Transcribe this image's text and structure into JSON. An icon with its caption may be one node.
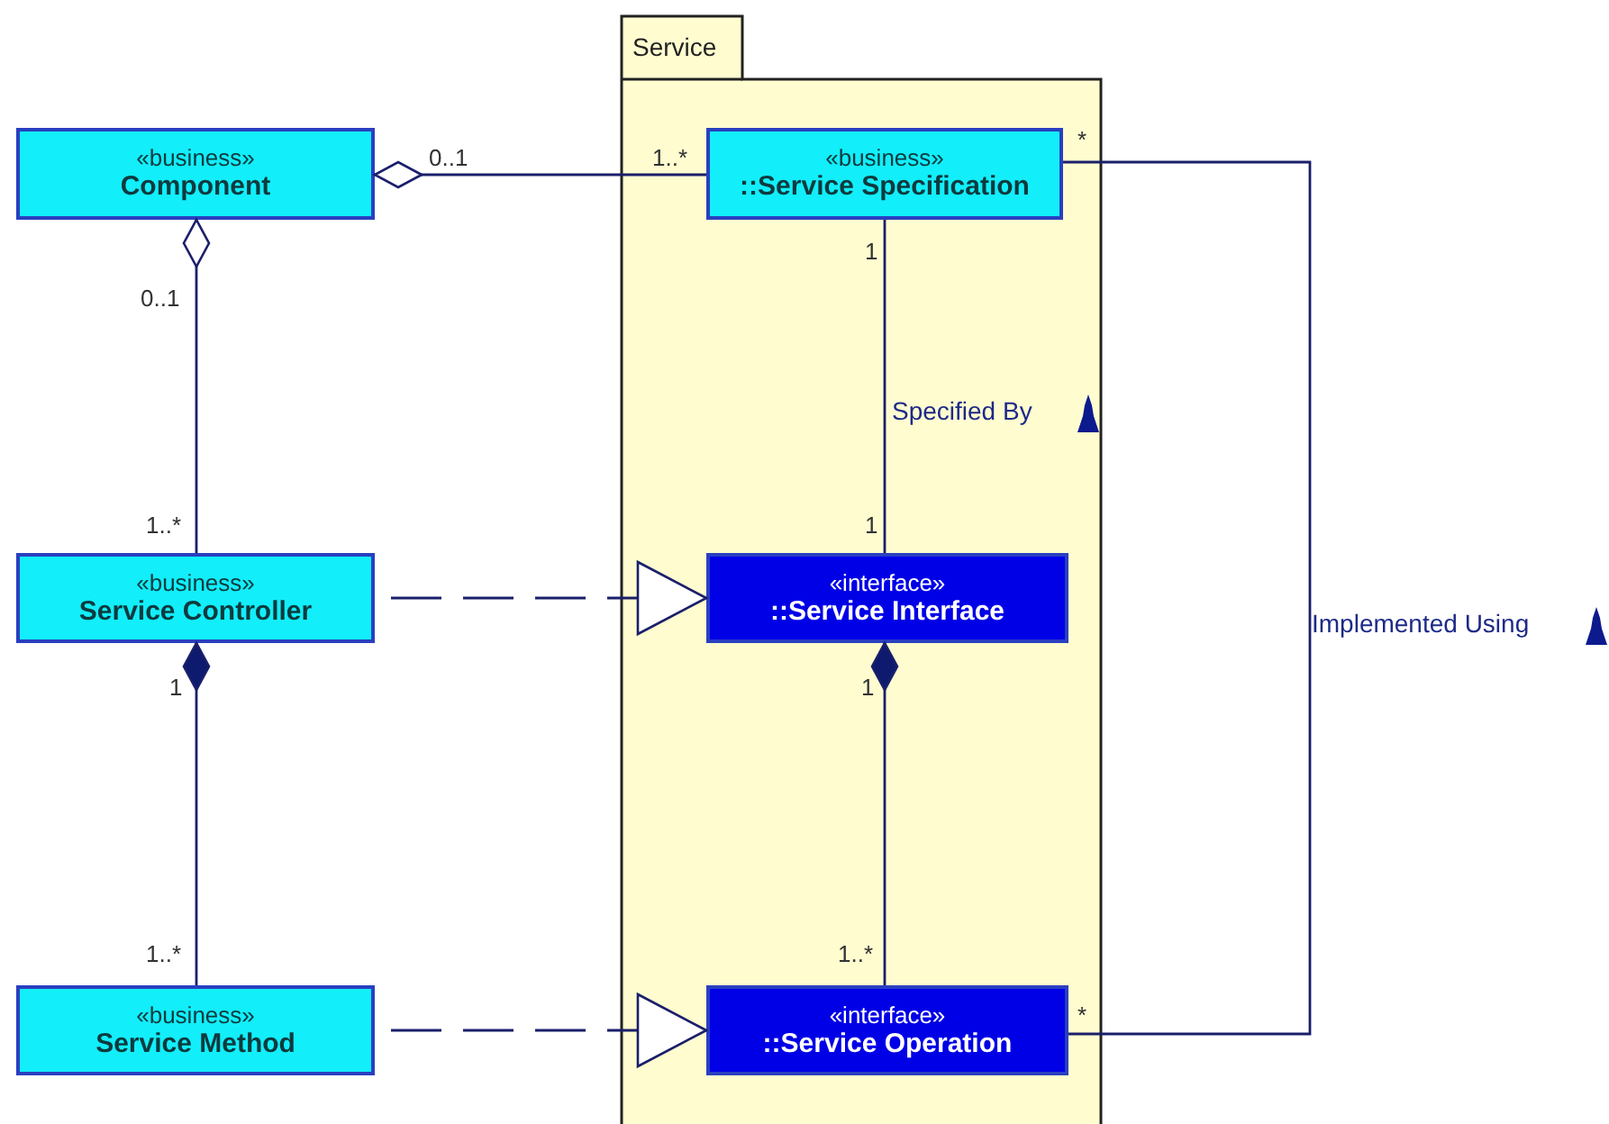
{
  "diagram": {
    "nodes": [
      {
        "text": [
          "Service"
        ]
      },
      {
        "text": [
          "«business»",
          "Component"
        ]
      },
      {
        "text": [
          "«business»",
          "::Service Specification"
        ],
        "in": 0
      },
      {
        "text": [
          "«business»",
          "Service Controller"
        ]
      },
      {
        "text": [
          "«interface»",
          "::Service Interface"
        ],
        "in": 0
      },
      {
        "text": [
          "«business»",
          "Service Method"
        ]
      },
      {
        "text": [
          "«interface»",
          "::Service Operation"
        ],
        "in": 0
      }
    ],
    "edges": [
      {
        "from": 1,
        "to": 2,
        "arrow": "other"
      },
      {
        "from": 1,
        "to": 3,
        "arrow": "other"
      },
      {
        "from": 2,
        "to": 4,
        "arrow": "none",
        "label": "Specified By"
      },
      {
        "from": 2,
        "to": 6,
        "arrow": "none",
        "label": "Implemented Using"
      },
      {
        "from": 3,
        "to": 4,
        "arrow": "to",
        "style": "dashed"
      },
      {
        "from": 4,
        "to": 6,
        "arrow": "other"
      },
      {
        "from": 3,
        "to": 5,
        "arrow": "other"
      },
      {
        "from": 5,
        "to": 6,
        "arrow": "to",
        "style": "dashed"
      }
    ],
    "labels": [
      "*",
      "0..1",
      "1..*",
      "0..1",
      "1",
      "1..*",
      "1",
      "1",
      "1",
      "1..*",
      "1..*",
      "*"
    ]
  }
}
